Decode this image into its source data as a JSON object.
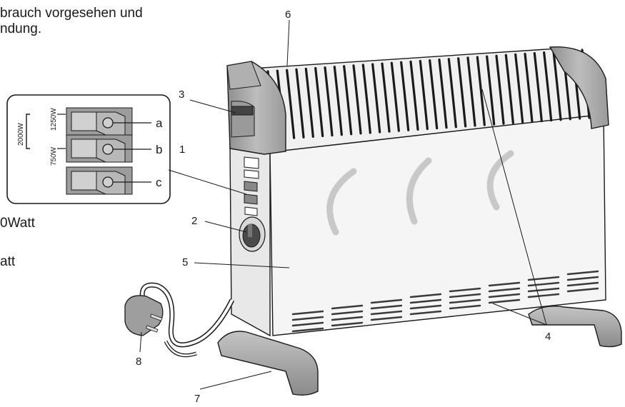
{
  "text": {
    "line1": "brauch vorgesehen und",
    "line2": "ndung.",
    "line3": "0Watt",
    "line4": "att"
  },
  "switch_panel": {
    "label_2000": "2000W",
    "label_1250": "1250W",
    "label_750": "750W",
    "switch_a": "a",
    "switch_b": "b",
    "switch_c": "c"
  },
  "callouts": {
    "n1": "1",
    "n2": "2",
    "n3": "3",
    "n4": "4",
    "n5": "5",
    "n6": "6",
    "n7": "7",
    "n8": "8"
  },
  "colors": {
    "outline": "#1a1a1a",
    "metal_dark": "#a3a3a3",
    "metal_light": "#d4d4d4",
    "body": "#f3f3f3"
  }
}
